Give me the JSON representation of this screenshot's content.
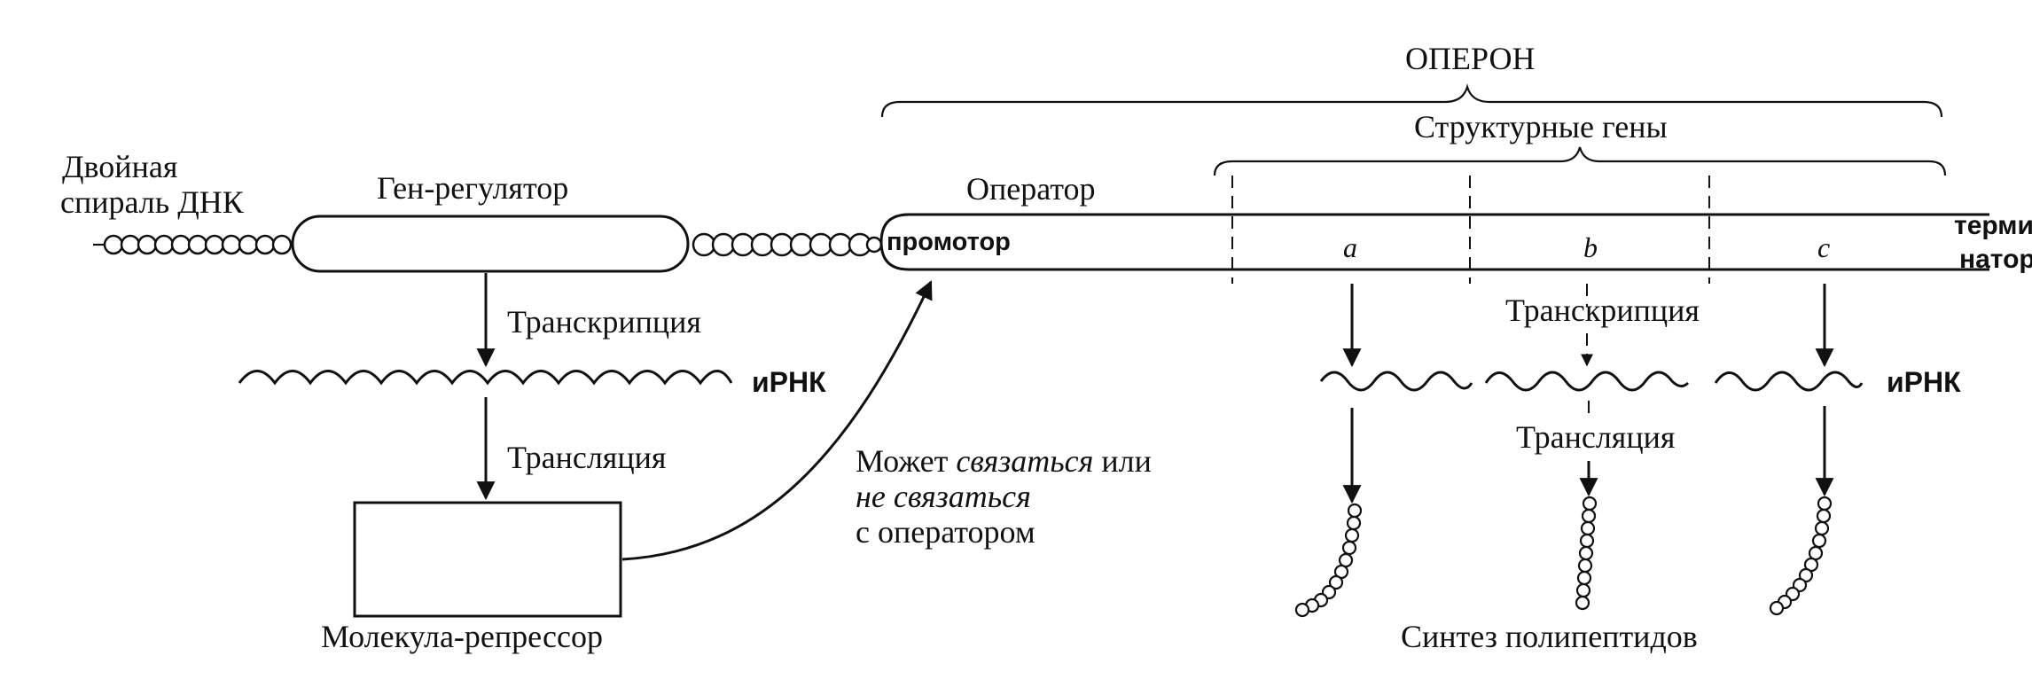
{
  "labels": {
    "operon": "ОПЕРОН",
    "structural_genes": "Структурные гены",
    "dna_line1": "Двойная",
    "dna_line2": "спираль ДНК",
    "regulator_gene": "Ген-регулятор",
    "operator": "Оператор",
    "promoter": "промотор",
    "terminator_line1": "терми-",
    "terminator_line2": "натор",
    "gene_a": "a",
    "gene_b": "b",
    "gene_c": "c",
    "transcription_left": "Транскрипция",
    "mrna_left": "иРНК",
    "translation_left": "Трансляция",
    "repressor": "Молекула-репрессор",
    "bind_line1_start": "Может ",
    "bind_line1_italic": "связаться",
    "bind_line1_end": " или",
    "bind_line2_italic": "не связаться",
    "bind_line3": "с оператором",
    "transcription_right": "Транскрипция",
    "mrna_right": "иРНК",
    "translation_right": "Трансляция",
    "synthesis": "Синтез полипептидов"
  }
}
